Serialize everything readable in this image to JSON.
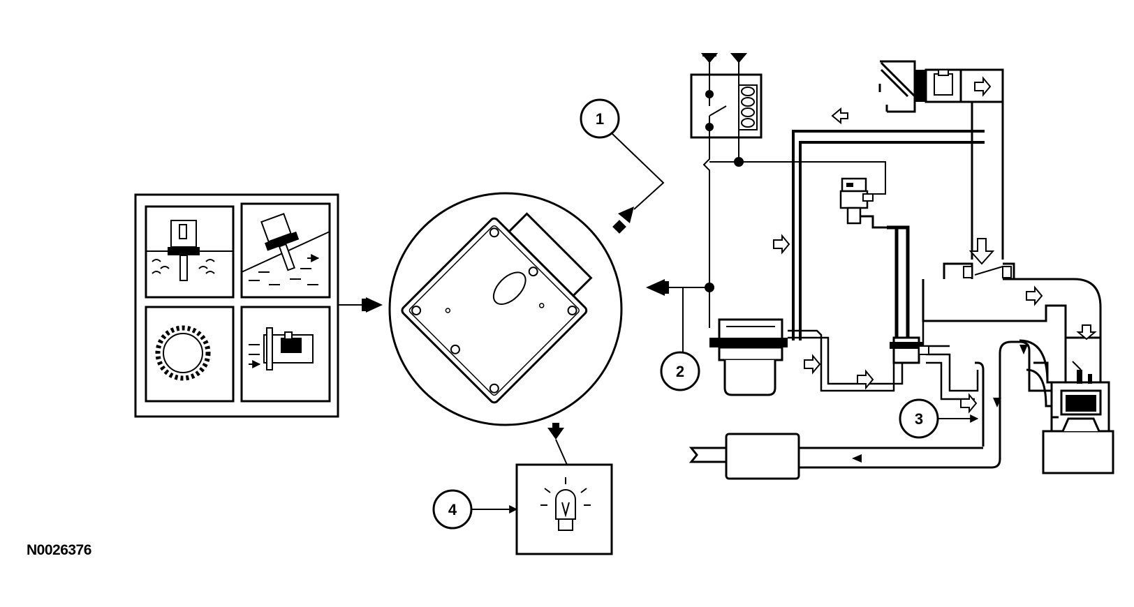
{
  "diagram": {
    "reference_code": "N0026376",
    "callouts": [
      {
        "id": "callout-1",
        "label": "1"
      },
      {
        "id": "callout-2",
        "label": "2"
      },
      {
        "id": "callout-3",
        "label": "3"
      },
      {
        "id": "callout-4",
        "label": "4"
      }
    ],
    "components": [
      {
        "name": "sensor-input-panel",
        "icon": "sensors-icon"
      },
      {
        "name": "powertrain-control-module",
        "icon": "pcm-icon"
      },
      {
        "name": "fuel-pump-relay",
        "icon": "relay-icon"
      },
      {
        "name": "malfunction-indicator-lamp",
        "icon": "lamp-icon"
      },
      {
        "name": "evap-canister",
        "icon": "canister-icon"
      },
      {
        "name": "purge-valve",
        "icon": "valve-icon"
      },
      {
        "name": "intake-manifold",
        "icon": "manifold-icon"
      },
      {
        "name": "fuel-tank",
        "icon": "tank-icon"
      },
      {
        "name": "catalytic-converter",
        "icon": "converter-icon"
      },
      {
        "name": "engine-cylinder",
        "icon": "cylinder-icon"
      }
    ],
    "colors": {
      "line": "#000000",
      "background": "#ffffff"
    }
  }
}
